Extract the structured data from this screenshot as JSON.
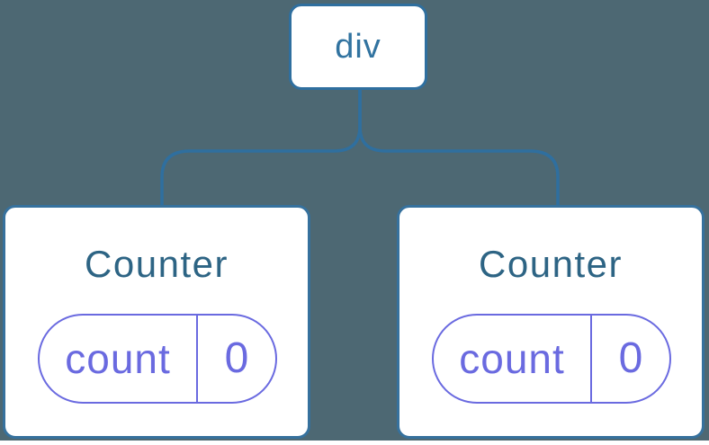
{
  "colors": {
    "bg": "#4D6873",
    "line": "#2F6F9F",
    "card-border": "#36719D",
    "node-text": "#3173A0",
    "title-text": "#2D6484",
    "pill": "#6A6AE0"
  },
  "tree": {
    "root": {
      "label": "div"
    },
    "children": [
      {
        "title": "Counter",
        "state": {
          "key": "count",
          "value": "0"
        }
      },
      {
        "title": "Counter",
        "state": {
          "key": "count",
          "value": "0"
        }
      }
    ]
  }
}
